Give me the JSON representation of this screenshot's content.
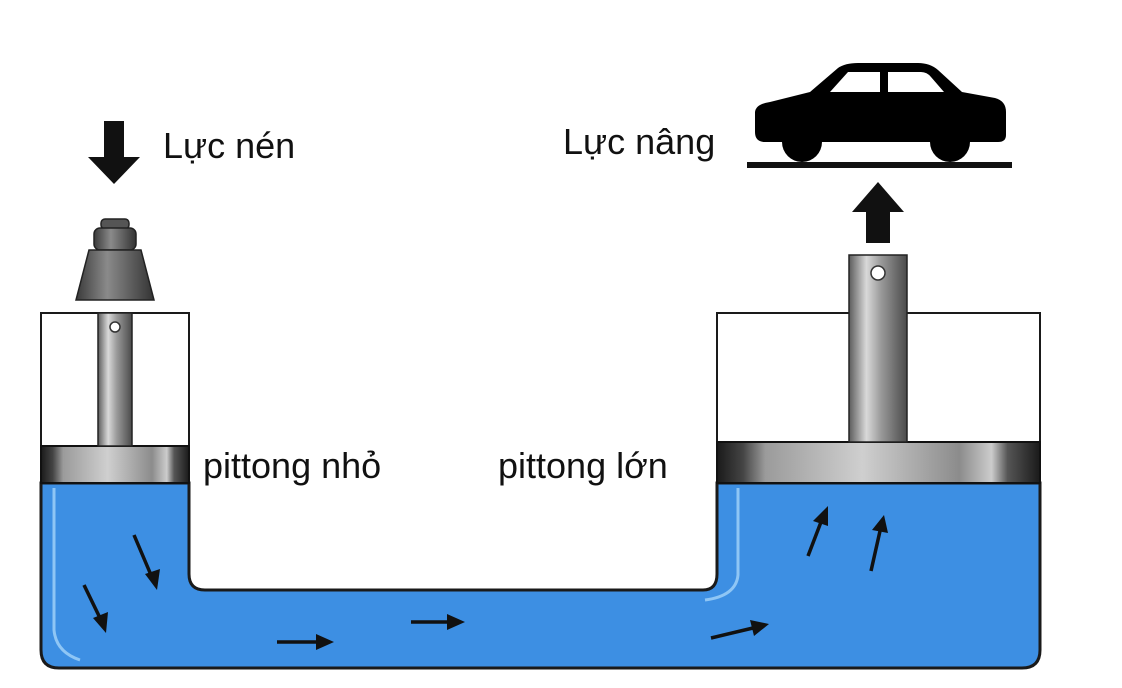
{
  "labels": {
    "press_force": "Lực nén",
    "lift_force": "Lực nâng",
    "small_piston": "pittong nhỏ",
    "large_piston": "pittong lớn"
  },
  "colors": {
    "fluid": "#3d8fe3",
    "fluid_highlight": "#8fc6f5",
    "outline": "#1a1a1a",
    "metal": "#8a8a8a",
    "car": "#000000"
  },
  "icons": [
    "down-arrow-icon",
    "up-arrow-icon",
    "weight-icon",
    "car-icon",
    "flow-arrow-icon"
  ]
}
